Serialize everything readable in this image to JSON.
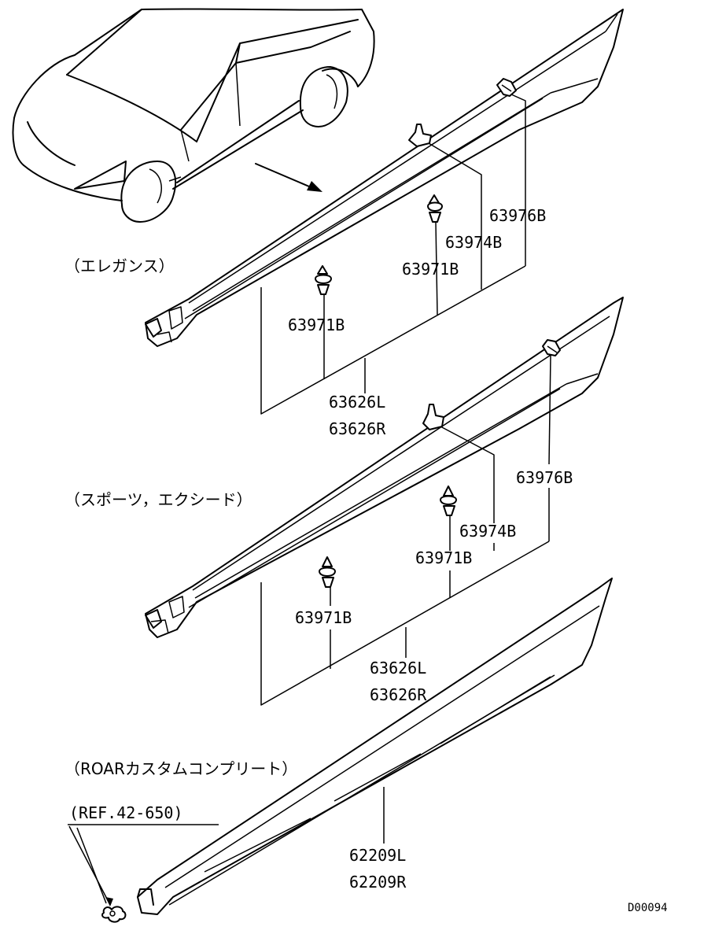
{
  "sections": [
    {
      "title": "（エレガンス）",
      "labels": {
        "clip_top": "63976B",
        "clip_mid": "63974B",
        "screw_right": "63971B",
        "screw_left": "63971B",
        "garnish_l": "63626L",
        "garnish_r": "63626R"
      }
    },
    {
      "title": "（スポーツ，エクシード）",
      "labels": {
        "clip_top": "63976B",
        "clip_mid": "63974B",
        "screw_right": "63971B",
        "screw_left": "63971B",
        "garnish_l": "63626L",
        "garnish_r": "63626R"
      }
    },
    {
      "title": "（ROARカスタムコンプリート）",
      "ref": "(REF.42-650)",
      "labels": {
        "skirt_l": "62209L",
        "skirt_r": "62209R"
      }
    }
  ],
  "diagram_code": "D00094"
}
